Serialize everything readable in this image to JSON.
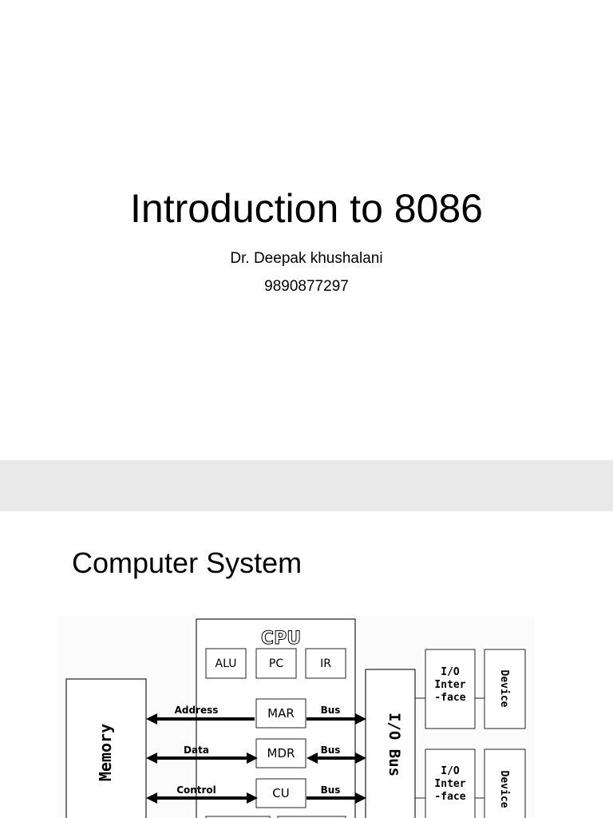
{
  "slide1": {
    "title": "Introduction to 8086",
    "author": "Dr. Deepak khushalani",
    "phone": "9890877297"
  },
  "slide2": {
    "title": "Computer System",
    "diagram": {
      "memory": "Memory",
      "cpu": "CPU",
      "alu": "ALU",
      "pc": "PC",
      "ir": "IR",
      "mar": "MAR",
      "mdr": "MDR",
      "cu": "CU",
      "address": "Address",
      "data": "Data",
      "control": "Control",
      "bus": "Bus",
      "io_bus": "I/O Bus",
      "io_interface": [
        "I/O",
        "Inter",
        "-face"
      ],
      "device": "Device"
    }
  }
}
